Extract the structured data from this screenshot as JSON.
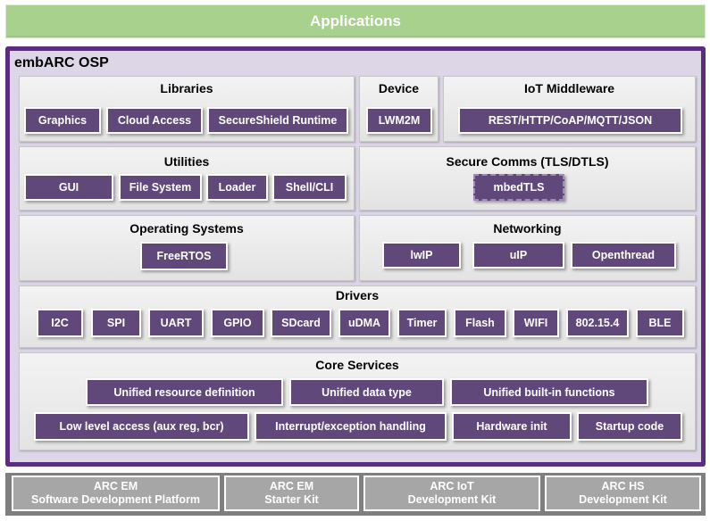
{
  "applications": "Applications",
  "osp_title": "embARC OSP",
  "libraries": {
    "title": "Libraries",
    "items": [
      "Graphics",
      "Cloud Access",
      "SecureShield Runtime"
    ]
  },
  "device": {
    "title": "Device",
    "items": [
      "LWM2M"
    ]
  },
  "iot": {
    "title": "IoT Middleware",
    "items": [
      "REST/HTTP/CoAP/MQTT/JSON"
    ]
  },
  "utilities": {
    "title": "Utilities",
    "items": [
      "GUI",
      "File System",
      "Loader",
      "Shell/CLI"
    ]
  },
  "secure": {
    "title": "Secure Comms (TLS/DTLS)",
    "items": [
      "mbedTLS"
    ]
  },
  "os": {
    "title": "Operating Systems",
    "items": [
      "FreeRTOS"
    ]
  },
  "networking": {
    "title": "Networking",
    "items": [
      "lwIP",
      "uIP",
      "Openthread"
    ]
  },
  "drivers": {
    "title": "Drivers",
    "items": [
      "I2C",
      "SPI",
      "UART",
      "GPIO",
      "SDcard",
      "uDMA",
      "Timer",
      "Flash",
      "WIFI",
      "802.15.4",
      "BLE"
    ]
  },
  "core": {
    "title": "Core Services",
    "row1": [
      "Unified resource definition",
      "Unified data type",
      "Unified built-in functions"
    ],
    "row2": [
      "Low level access (aux reg, bcr)",
      "Interrupt/exception handling",
      "Hardware init",
      "Startup code"
    ]
  },
  "kits": [
    {
      "line1": "ARC EM",
      "line2": "Software Development Platform"
    },
    {
      "line1": "ARC EM",
      "line2": "Starter Kit"
    },
    {
      "line1": "ARC IoT",
      "line2": "Development Kit"
    },
    {
      "line1": "ARC HS",
      "line2": "Development Kit"
    }
  ]
}
